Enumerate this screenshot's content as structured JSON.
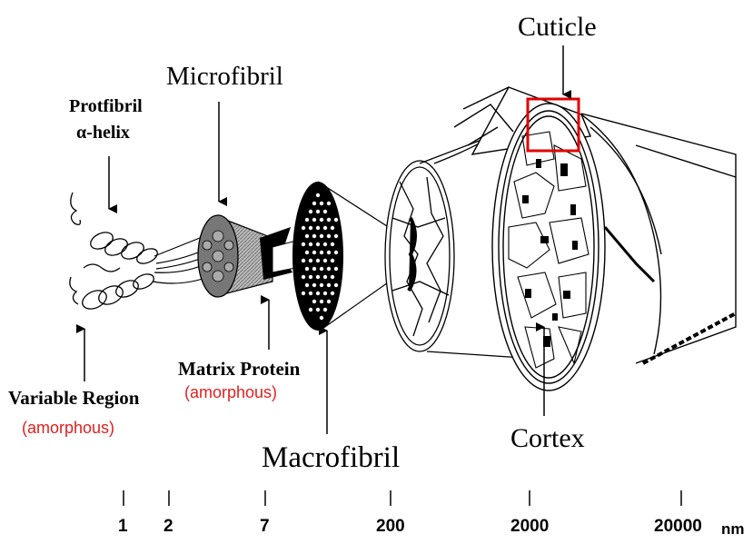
{
  "labels": {
    "cuticle": "Cuticle",
    "microfibril": "Microfibril",
    "protofibril_line1": "Protfibril",
    "protofibril_line2": "α-helix",
    "matrix_protein": "Matrix Protein",
    "matrix_protein_note": "(amorphous)",
    "variable_region": "Variable Region",
    "variable_region_note": "(amorphous)",
    "macrofibril": "Macrofibril",
    "cortex": "Cortex"
  },
  "scale": {
    "ticks": [
      "1",
      "2",
      "7",
      "200",
      "2000",
      "20000"
    ],
    "unit": "nm"
  },
  "colors": {
    "annotation_red": "#e02020",
    "highlight_box": "#e00000",
    "ink": "#000000"
  }
}
